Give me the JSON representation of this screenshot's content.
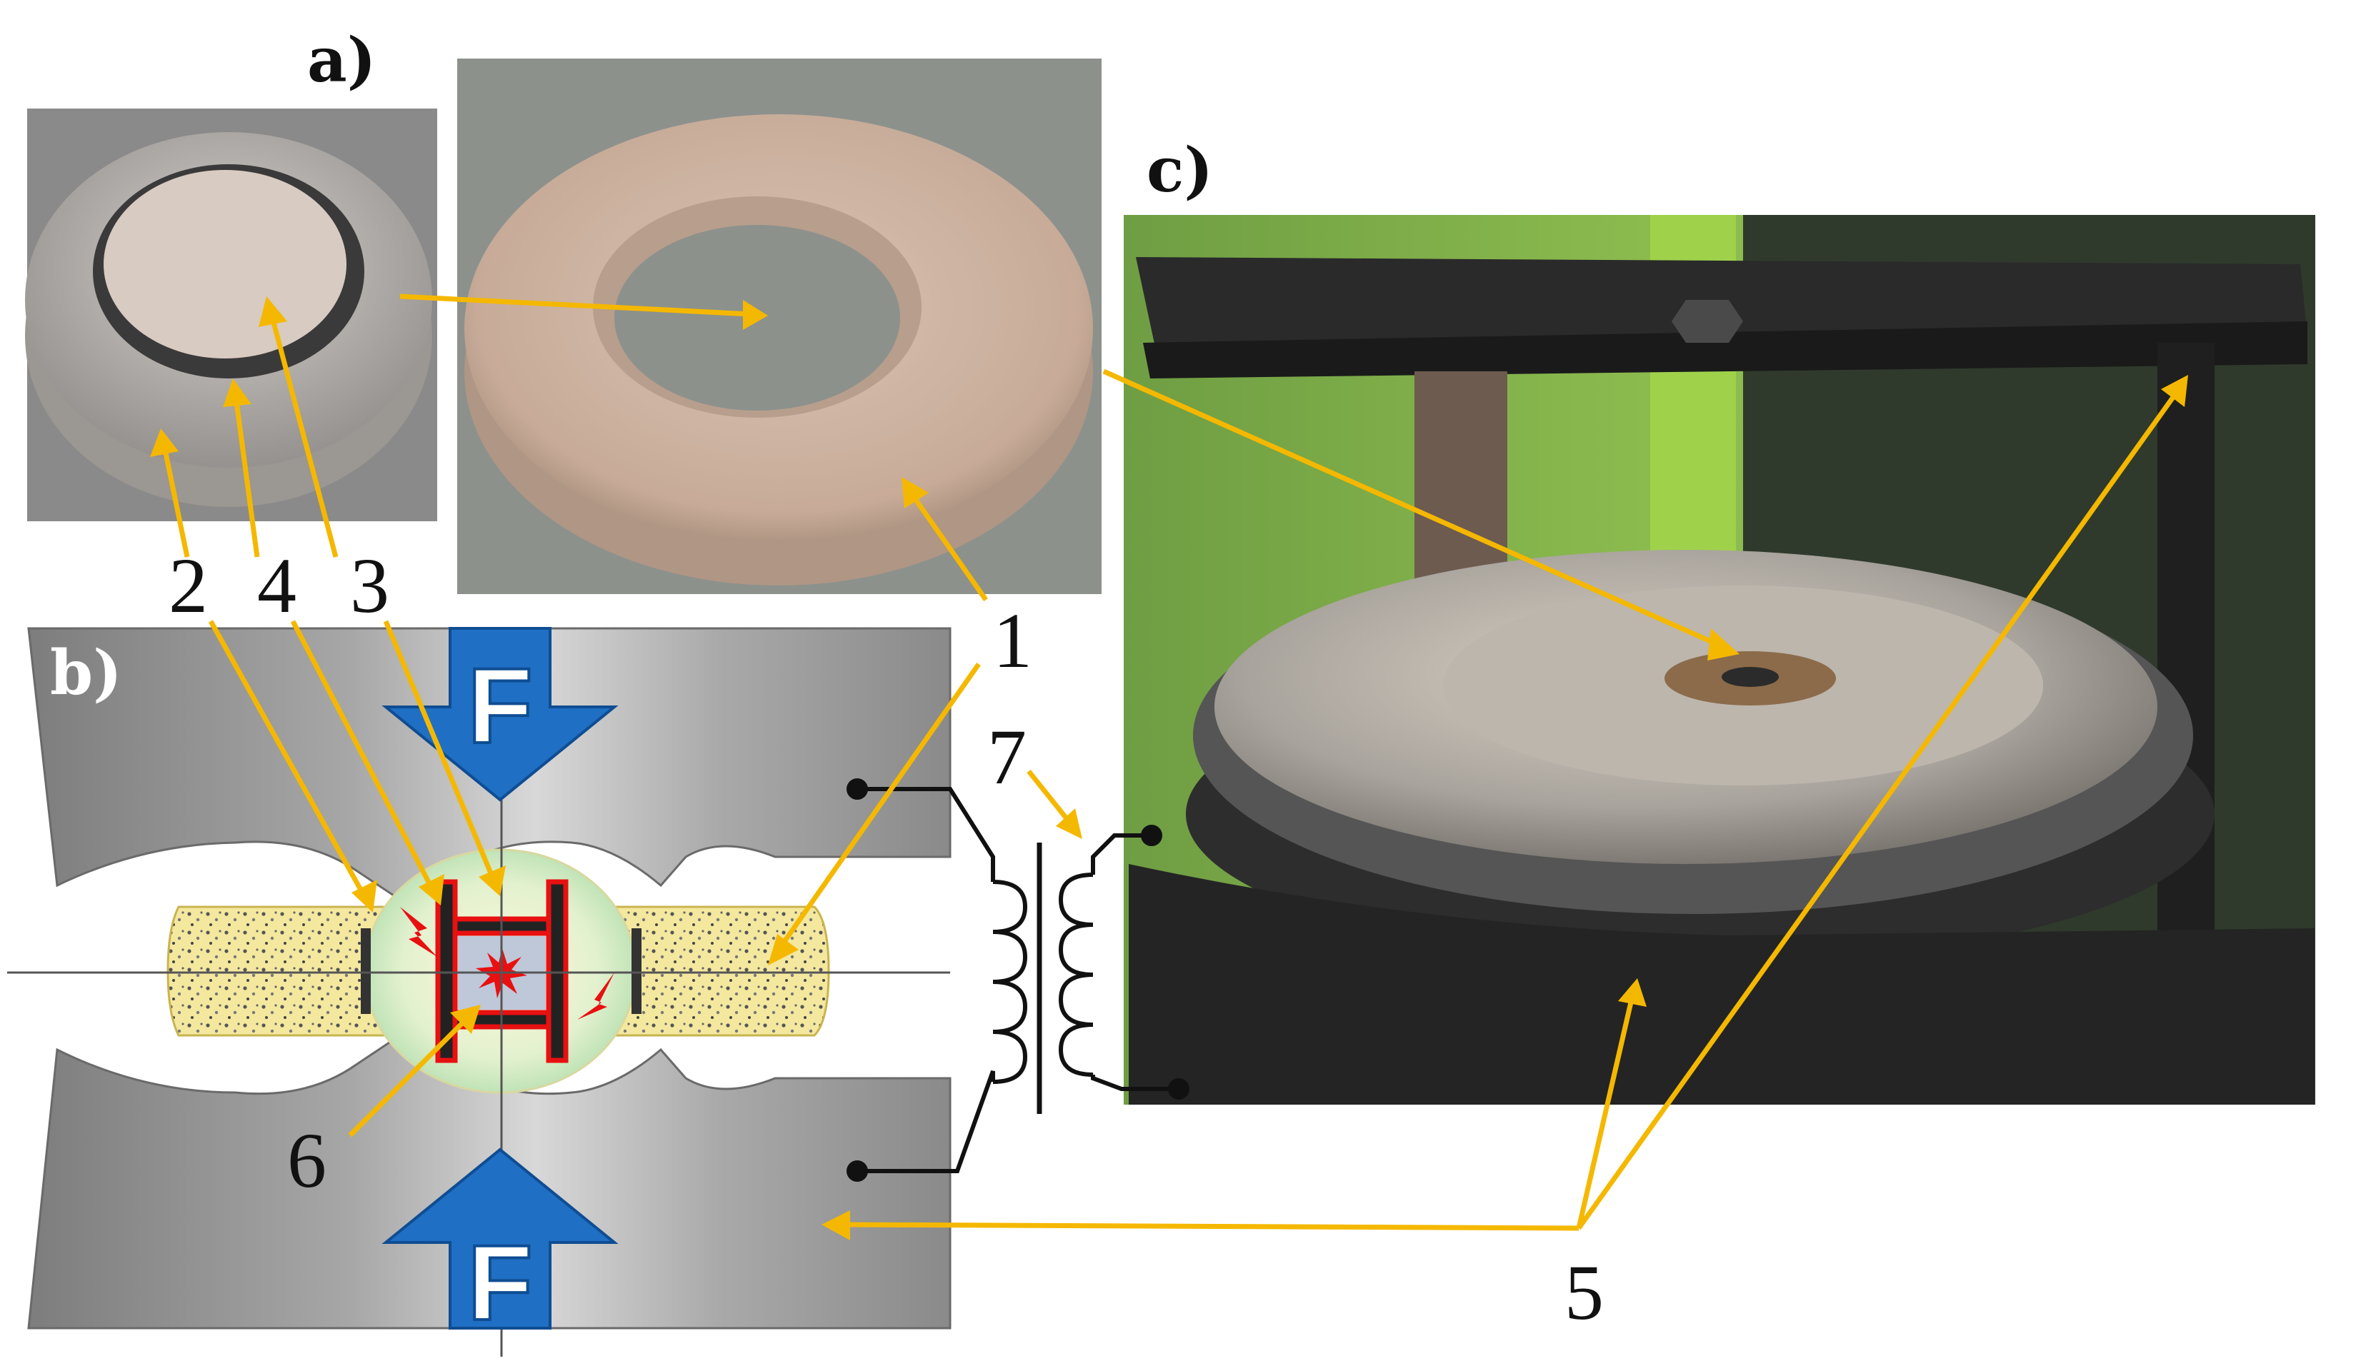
{
  "panels": {
    "a": "a)",
    "b": "b)",
    "c": "c)"
  },
  "callouts": {
    "n1": "1",
    "n2": "2",
    "n3": "3",
    "n4": "4",
    "n5": "5",
    "n6": "6",
    "n7": "7"
  },
  "force": {
    "top": "F",
    "bottom": "F"
  },
  "colors": {
    "arrow": "#f5b800",
    "force_arrow": "#1f6fc4",
    "die": "#9a9a9a",
    "ring": "#f3e39a",
    "spark": "#e81010"
  }
}
